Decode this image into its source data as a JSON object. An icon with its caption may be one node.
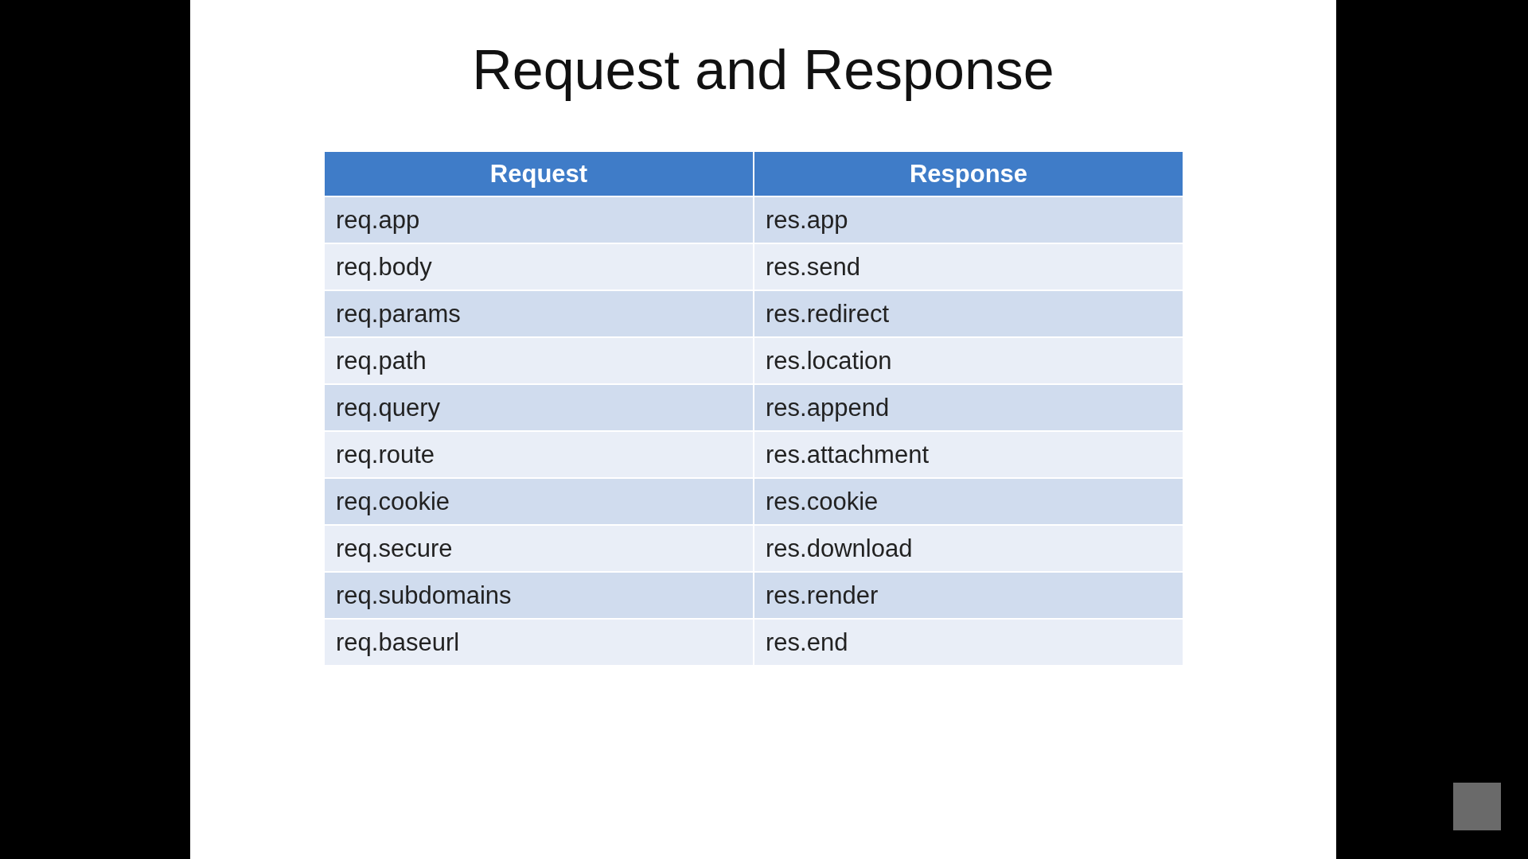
{
  "diagram": {
    "title": "Request and Response",
    "labels": [
      "Request",
      "Response",
      "req.app",
      "res.app",
      "req.body",
      "res.send",
      "req.params",
      "res.redirect",
      "req.path",
      "res.location",
      "req.query",
      "res.append",
      "req.route",
      "res.attachment",
      "req.cookie",
      "res.cookie",
      "req.secure",
      "res.download",
      "req.subdomains",
      "res.render",
      "req.baseurl",
      "res.end"
    ]
  }
}
